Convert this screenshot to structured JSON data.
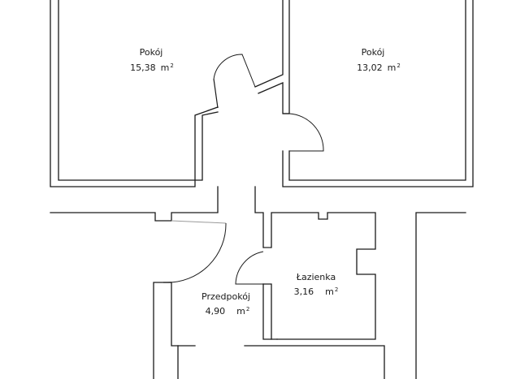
{
  "rooms": [
    {
      "name": "Pokój",
      "area": "15,38",
      "unit": "m"
    },
    {
      "name": "Pokój",
      "area": "13,02",
      "unit": "m"
    },
    {
      "name": "Łazienka",
      "area": "3,16",
      "unit": "m"
    },
    {
      "name": "Przedpokój",
      "area": "4,90",
      "unit": "m"
    }
  ],
  "unit_exponent": "2"
}
